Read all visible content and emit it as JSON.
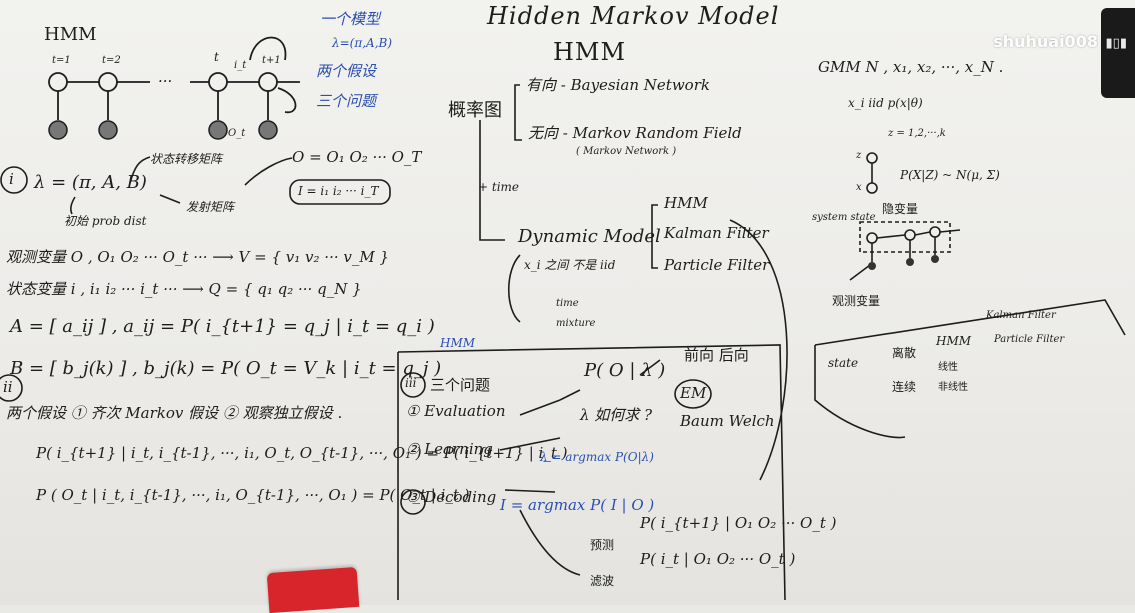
{
  "title": "Hidden Markov Model",
  "subtitle": "HMM",
  "watermark": "shuhuai008",
  "watermark_logo": "bilibili",
  "left": {
    "hmm_label": "HMM",
    "t1": "t=1",
    "t2": "t=2",
    "tt": "t",
    "tt1": "t+1",
    "it": "i_t",
    "ot": "O_t",
    "dots": "···",
    "note1": "一个模型",
    "note2": "λ=(π,A,B)",
    "note3": "两个假设",
    "note4": "三个问题",
    "sec_i": "i",
    "lambda": "λ = (π, A, B)",
    "trans": "状态转移矩阵",
    "init": "初始 prob dist",
    "emit": "发射矩阵",
    "obs_seq": "O = O₁ O₂ ··· O_T",
    "state_seq": "I = i₁ i₂ ··· i_T",
    "obs_var": "观测变量   O ,  O₁ O₂ ··· O_t ···   ⟶  V = { v₁ v₂ ··· v_M }",
    "state_var": "状态变量   i ,  i₁ i₂ ··· i_t ···   ⟶  Q = { q₁ q₂ ··· q_N }",
    "A_def": "A = [ a_ij ] ,  a_ij = P( i_{t+1} = q_j | i_t = q_i )",
    "B_def": "B = [ b_j(k) ] ,  b_j(k) = P( O_t = V_k | i_t = q_j )",
    "sec_ii": "ii",
    "assump": "两个假设 ① 齐次 Markov 假设  ② 观察独立假设 .",
    "eq1": "P( i_{t+1} | i_t, i_{t-1}, ···, i₁, O_t, O_{t-1}, ···, O₁ ) = P( i_{t+1} | i_t )",
    "eq2": "P ( O_t | i_t, i_{t-1}, ···, i₁, O_{t-1}, ···, O₁ ) = P( O_t | i_t )"
  },
  "middle": {
    "prob_graph": "概率图",
    "directed": "有向 - Bayesian Network",
    "undirected": "无向 - Markov Random Field",
    "markov_net": "( Markov Network )",
    "plus_time": "+ time",
    "dynamic": "Dynamic Model",
    "hmm": "HMM",
    "kalman": "Kalman Filter",
    "particle": "Particle Filter",
    "iid": "x_i 之间 不是 iid",
    "time": "time",
    "mixture": "mixture",
    "box_hmm": "HMM",
    "sec_iii": "iii",
    "three_q": "三个问题",
    "eval": "① Evaluation",
    "p_o_l": "P( O | λ )",
    "fwd_bwd": "前向 后向",
    "learning": "② Learning",
    "how": "λ 如何求 ?",
    "em": "EM",
    "baum": "Baum Welch",
    "lam_arg": "λ = argmax P(O|λ)",
    "decoding": "③ Decoding",
    "i_arg": "I = argmax P( I | O )",
    "predict": "预测",
    "filter": "滤波",
    "p_pred": "P( i_{t+1} | O₁ O₂ ··· O_t )",
    "p_filt": "P( i_t | O₁ O₂ ··· O_t )"
  },
  "right": {
    "gmm": "GMM    N ,  x₁, x₂, ···, x_N .",
    "xi_iid": "x_i iid  p(x|θ)",
    "z_range": "z = 1,2,···,k",
    "z": "z",
    "x": "x",
    "pxz": "P(X|Z) ~ N(μ, Σ)",
    "system_state": "system state",
    "hidden": "隐变量",
    "obs": "观测变量",
    "box_state": "state",
    "discrete": "离散",
    "box_hmm": "HMM",
    "continuous": "连续",
    "linear": "线性",
    "nonlinear": "非线性",
    "kf": "Kalman Filter",
    "pf": "Particle Filter"
  }
}
